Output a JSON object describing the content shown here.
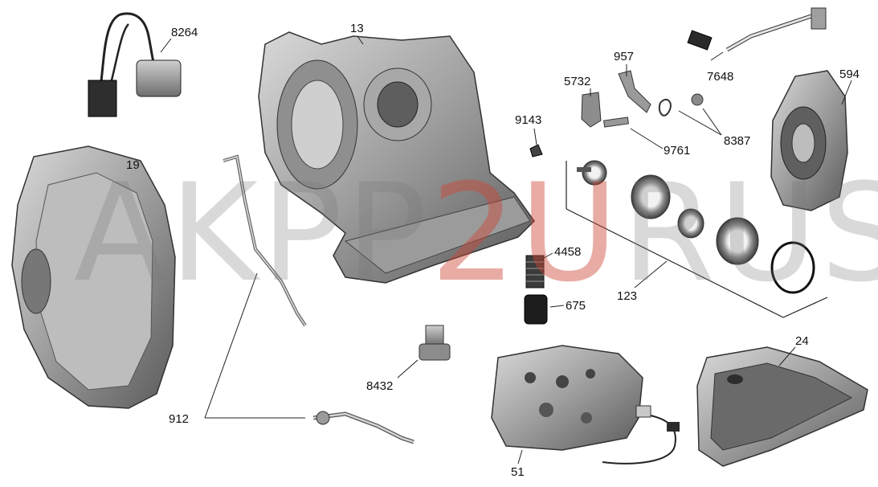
{
  "watermark": {
    "part1": "AKPP",
    "accent": "2U",
    "part2": "RUS.RU",
    "accent_color": "#cd4637"
  },
  "callouts": {
    "c8264": "8264",
    "c13": "13",
    "c957": "957",
    "c5732": "5732",
    "c7648": "7648",
    "c594": "594",
    "c9143": "9143",
    "c9761": "9761",
    "c8387": "8387",
    "c19": "19",
    "c4458": "4458",
    "c675": "675",
    "c123": "123",
    "c24": "24",
    "c8432": "8432",
    "c912": "912",
    "c51": "51"
  }
}
